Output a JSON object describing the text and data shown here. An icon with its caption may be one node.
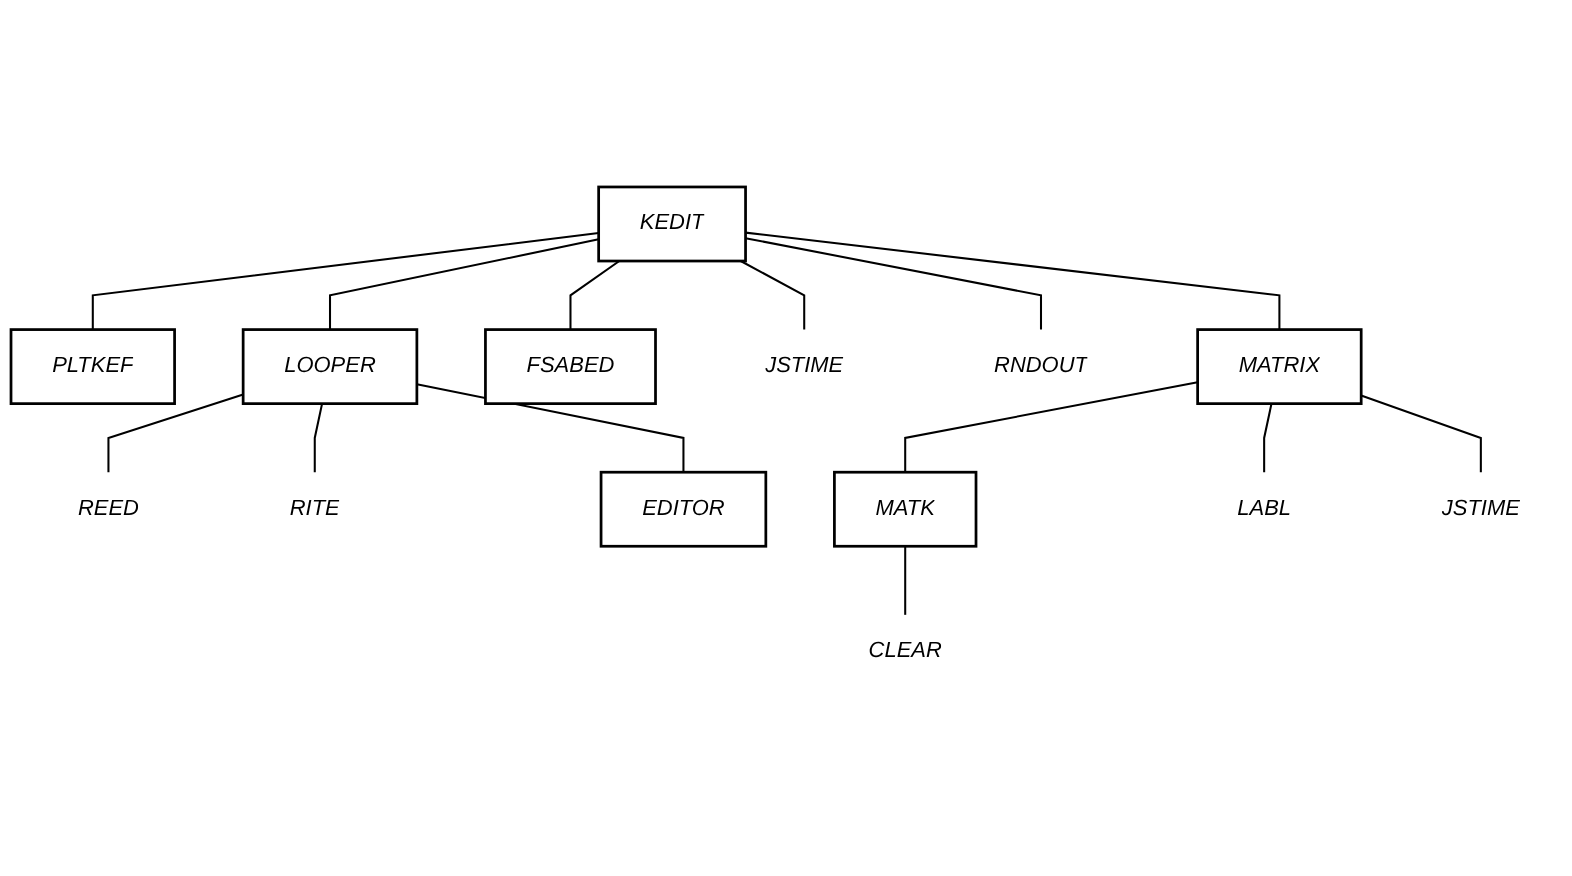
{
  "diagram": {
    "nodes": [
      {
        "text": [
          "KEDIT"
        ]
      },
      {
        "text": [
          "PLTKEF"
        ]
      },
      {
        "text": [
          "LOOPER"
        ]
      },
      {
        "text": [
          "FSABED"
        ]
      },
      {
        "text": [
          "JSTIME"
        ]
      },
      {
        "text": [
          "RNDOUT"
        ]
      },
      {
        "text": [
          "MATRIX"
        ]
      },
      {
        "text": [
          "REED"
        ]
      },
      {
        "text": [
          "RITE"
        ]
      },
      {
        "text": [
          "EDITOR"
        ]
      },
      {
        "text": [
          "MATK"
        ]
      },
      {
        "text": [
          "LABL"
        ]
      },
      {
        "text": [
          "JSTIME"
        ]
      },
      {
        "text": [
          "CLEAR"
        ]
      }
    ],
    "edges": [
      {
        "from": 0,
        "to": 1,
        "arrow": "none"
      },
      {
        "from": 0,
        "to": 2,
        "arrow": "none"
      },
      {
        "from": 0,
        "to": 3,
        "arrow": "none"
      },
      {
        "from": 0,
        "to": 4,
        "arrow": "none"
      },
      {
        "from": 0,
        "to": 5,
        "arrow": "none"
      },
      {
        "from": 0,
        "to": 6,
        "arrow": "none"
      },
      {
        "from": 2,
        "to": 7,
        "arrow": "none"
      },
      {
        "from": 2,
        "to": 9,
        "arrow": "none"
      },
      {
        "from": 2,
        "to": 8,
        "arrow": "none"
      },
      {
        "from": 6,
        "to": 10,
        "arrow": "none"
      },
      {
        "from": 6,
        "to": 11,
        "arrow": "none"
      },
      {
        "from": 6,
        "to": 12,
        "arrow": "none"
      },
      {
        "from": 10,
        "to": 13,
        "arrow": "none"
      }
    ]
  }
}
